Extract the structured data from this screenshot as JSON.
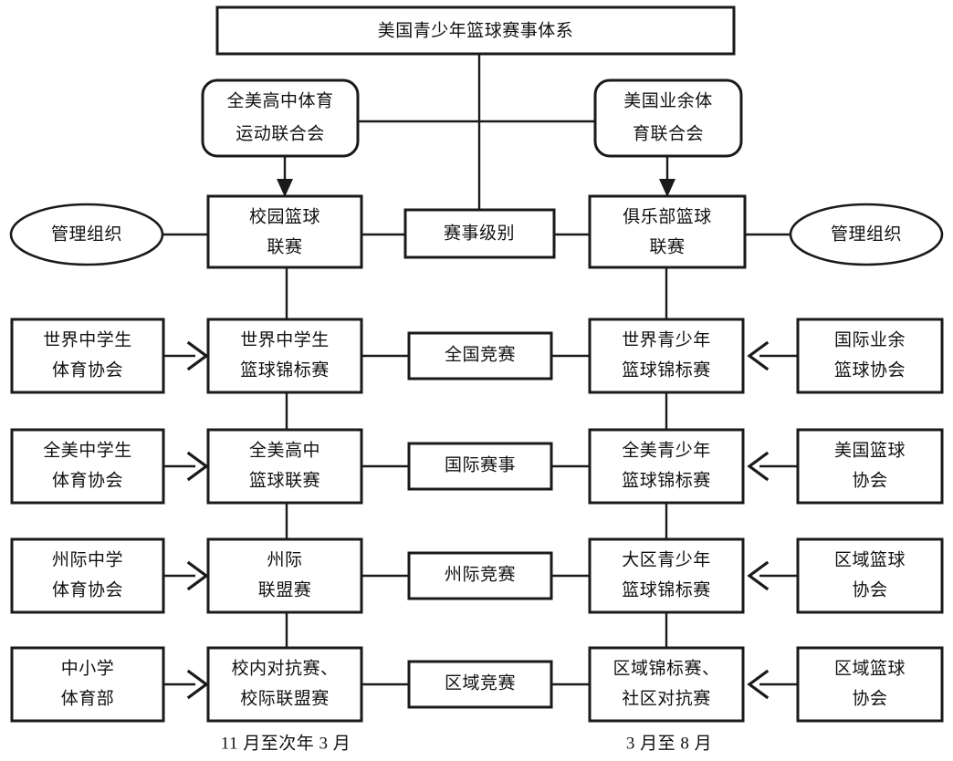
{
  "diagram": {
    "title_box": {
      "label": "美国青少年篮球赛事体系"
    },
    "federations": {
      "left": {
        "line1": "全美高中体育",
        "line2": "运动联合会"
      },
      "right": {
        "line1": "美国业余体",
        "line2": "育联合会"
      }
    },
    "level_hub": {
      "label": "赛事级别"
    },
    "governing_ellipses": {
      "left": {
        "label": "管理组织"
      },
      "right": {
        "label": "管理组织"
      }
    },
    "league_heads": {
      "left": {
        "line1": "校园篮球",
        "line2": "联赛"
      },
      "right": {
        "line1": "俱乐部篮球",
        "line2": "联赛"
      }
    },
    "levels": [
      {
        "level_label": "全国竞赛",
        "left_org": {
          "line1": "世界中学生",
          "line2": "体育协会"
        },
        "left_event": {
          "line1": "世界中学生",
          "line2": "篮球锦标赛"
        },
        "right_event": {
          "line1": "世界青少年",
          "line2": "篮球锦标赛"
        },
        "right_org": {
          "line1": "国际业余",
          "line2": "篮球协会"
        }
      },
      {
        "level_label": "国际赛事",
        "left_org": {
          "line1": "全美中学生",
          "line2": "体育协会"
        },
        "left_event": {
          "line1": "全美高中",
          "line2": "篮球联赛"
        },
        "right_event": {
          "line1": "全美青少年",
          "line2": "篮球锦标赛"
        },
        "right_org": {
          "line1": "美国篮球",
          "line2": "协会"
        }
      },
      {
        "level_label": "州际竞赛",
        "left_org": {
          "line1": "州际中学",
          "line2": "体育协会"
        },
        "left_event": {
          "line1": "州际",
          "line2": "联盟赛"
        },
        "right_event": {
          "line1": "大区青少年",
          "line2": "篮球锦标赛"
        },
        "right_org": {
          "line1": "区域篮球",
          "line2": "协会"
        }
      },
      {
        "level_label": "区域竞赛",
        "left_org": {
          "line1": "中小学",
          "line2": "体育部"
        },
        "left_event": {
          "line1": "校内对抗赛、",
          "line2": "校际联盟赛"
        },
        "right_event": {
          "line1": "区域锦标赛、",
          "line2": "社区对抗赛"
        },
        "right_org": {
          "line1": "区域篮球",
          "line2": "协会"
        }
      }
    ],
    "season_captions": {
      "left": "11 月至次年 3 月",
      "right": "3 月至 8 月"
    },
    "colors": {
      "stroke": "#1a1a1a",
      "fill": "#ffffff",
      "text": "#111111"
    }
  }
}
